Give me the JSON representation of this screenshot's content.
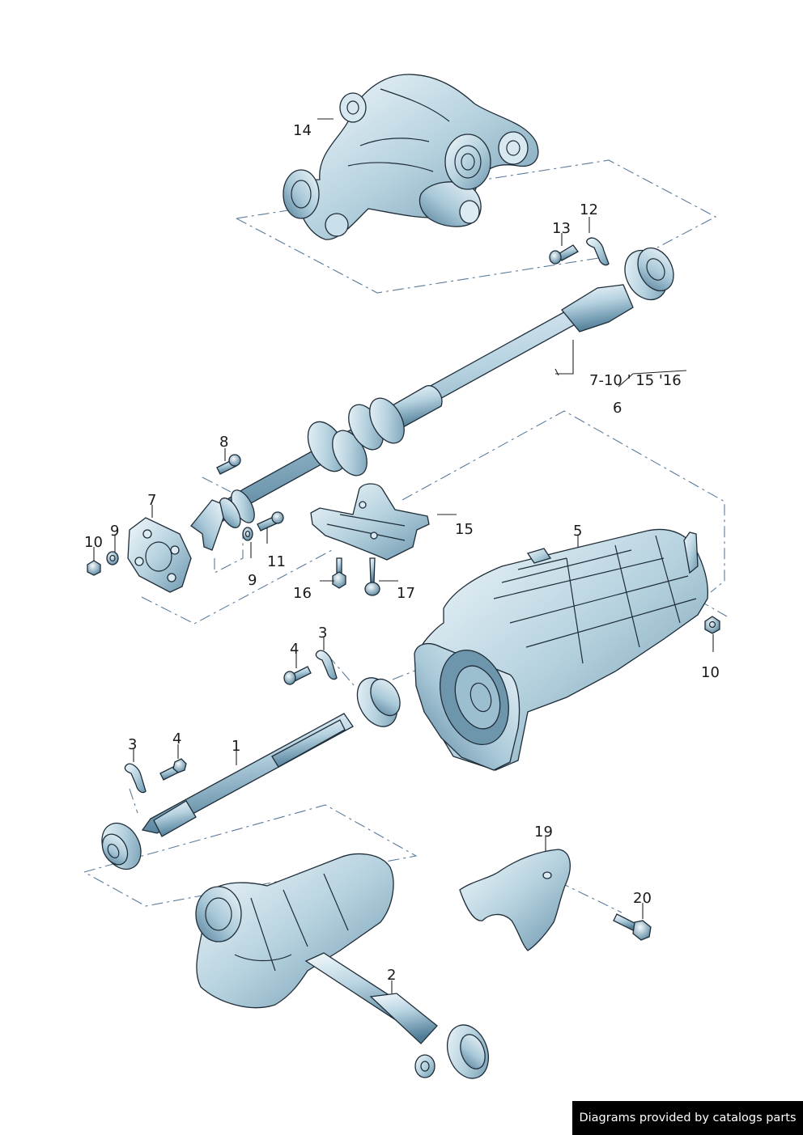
{
  "callouts": {
    "n1": "1",
    "n2": "2",
    "n3a": "3",
    "n3b": "3",
    "n4a": "4",
    "n4b": "4",
    "n5": "5",
    "n6": "6",
    "n7": "7",
    "n8": "8",
    "n9a": "9",
    "n9b": "9",
    "n10a": "10",
    "n10b": "10",
    "n11": "11",
    "n12": "12",
    "n13": "13",
    "n14": "14",
    "n15": "15",
    "n16": "16",
    "n17": "17",
    "n19": "19",
    "n20": "20",
    "range_note": "7-10  ' 15 '16"
  },
  "watermark": "Diagrams provided by catalogs parts",
  "colors": {
    "part_fill_light": "#e6f2f7",
    "part_fill_mid": "#a9c9da",
    "part_fill_dark": "#5e8aa3",
    "dash_line": "#5b7b9a",
    "watermark_bg": "#000000"
  }
}
